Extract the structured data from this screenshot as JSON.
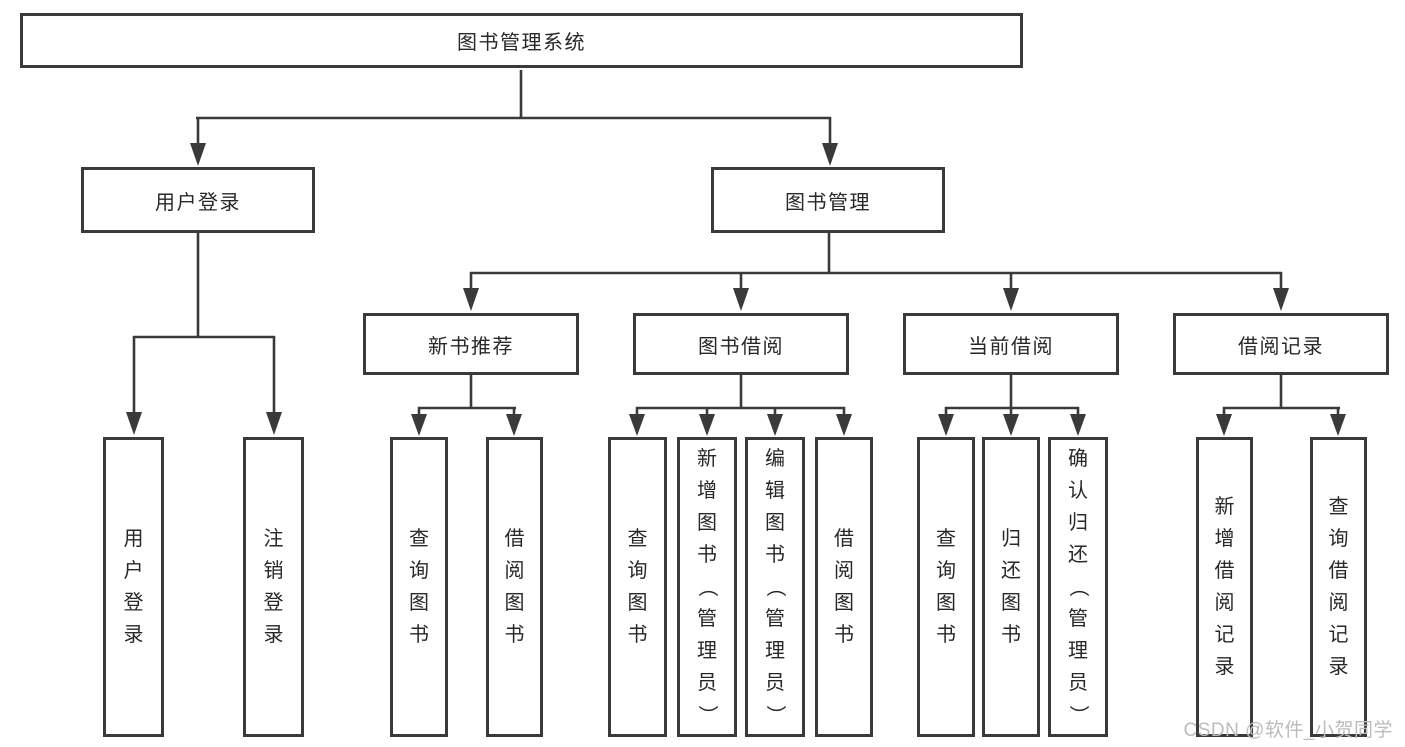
{
  "tree": {
    "root": "图书管理系统",
    "children": [
      {
        "name": "用户登录",
        "children": [
          "用户登录",
          "注销登录"
        ]
      },
      {
        "name": "图书管理",
        "children": [
          {
            "name": "新书推荐",
            "children": [
              "查询图书",
              "借阅图书"
            ]
          },
          {
            "name": "图书借阅",
            "children": [
              "查询图书",
              "新增图书（管理员）",
              "编辑图书（管理员）",
              "借阅图书"
            ]
          },
          {
            "name": "当前借阅",
            "children": [
              "查询图书",
              "归还图书",
              "确认归还（管理员）"
            ]
          },
          {
            "name": "借阅记录",
            "children": [
              "新增借阅记录",
              "查询借阅记录"
            ]
          }
        ]
      }
    ]
  },
  "watermark": {
    "text": "CSDN @软件_小贺同学"
  },
  "colors": {
    "line": "#3a3a3a",
    "watermark": "#bcbcbc"
  }
}
